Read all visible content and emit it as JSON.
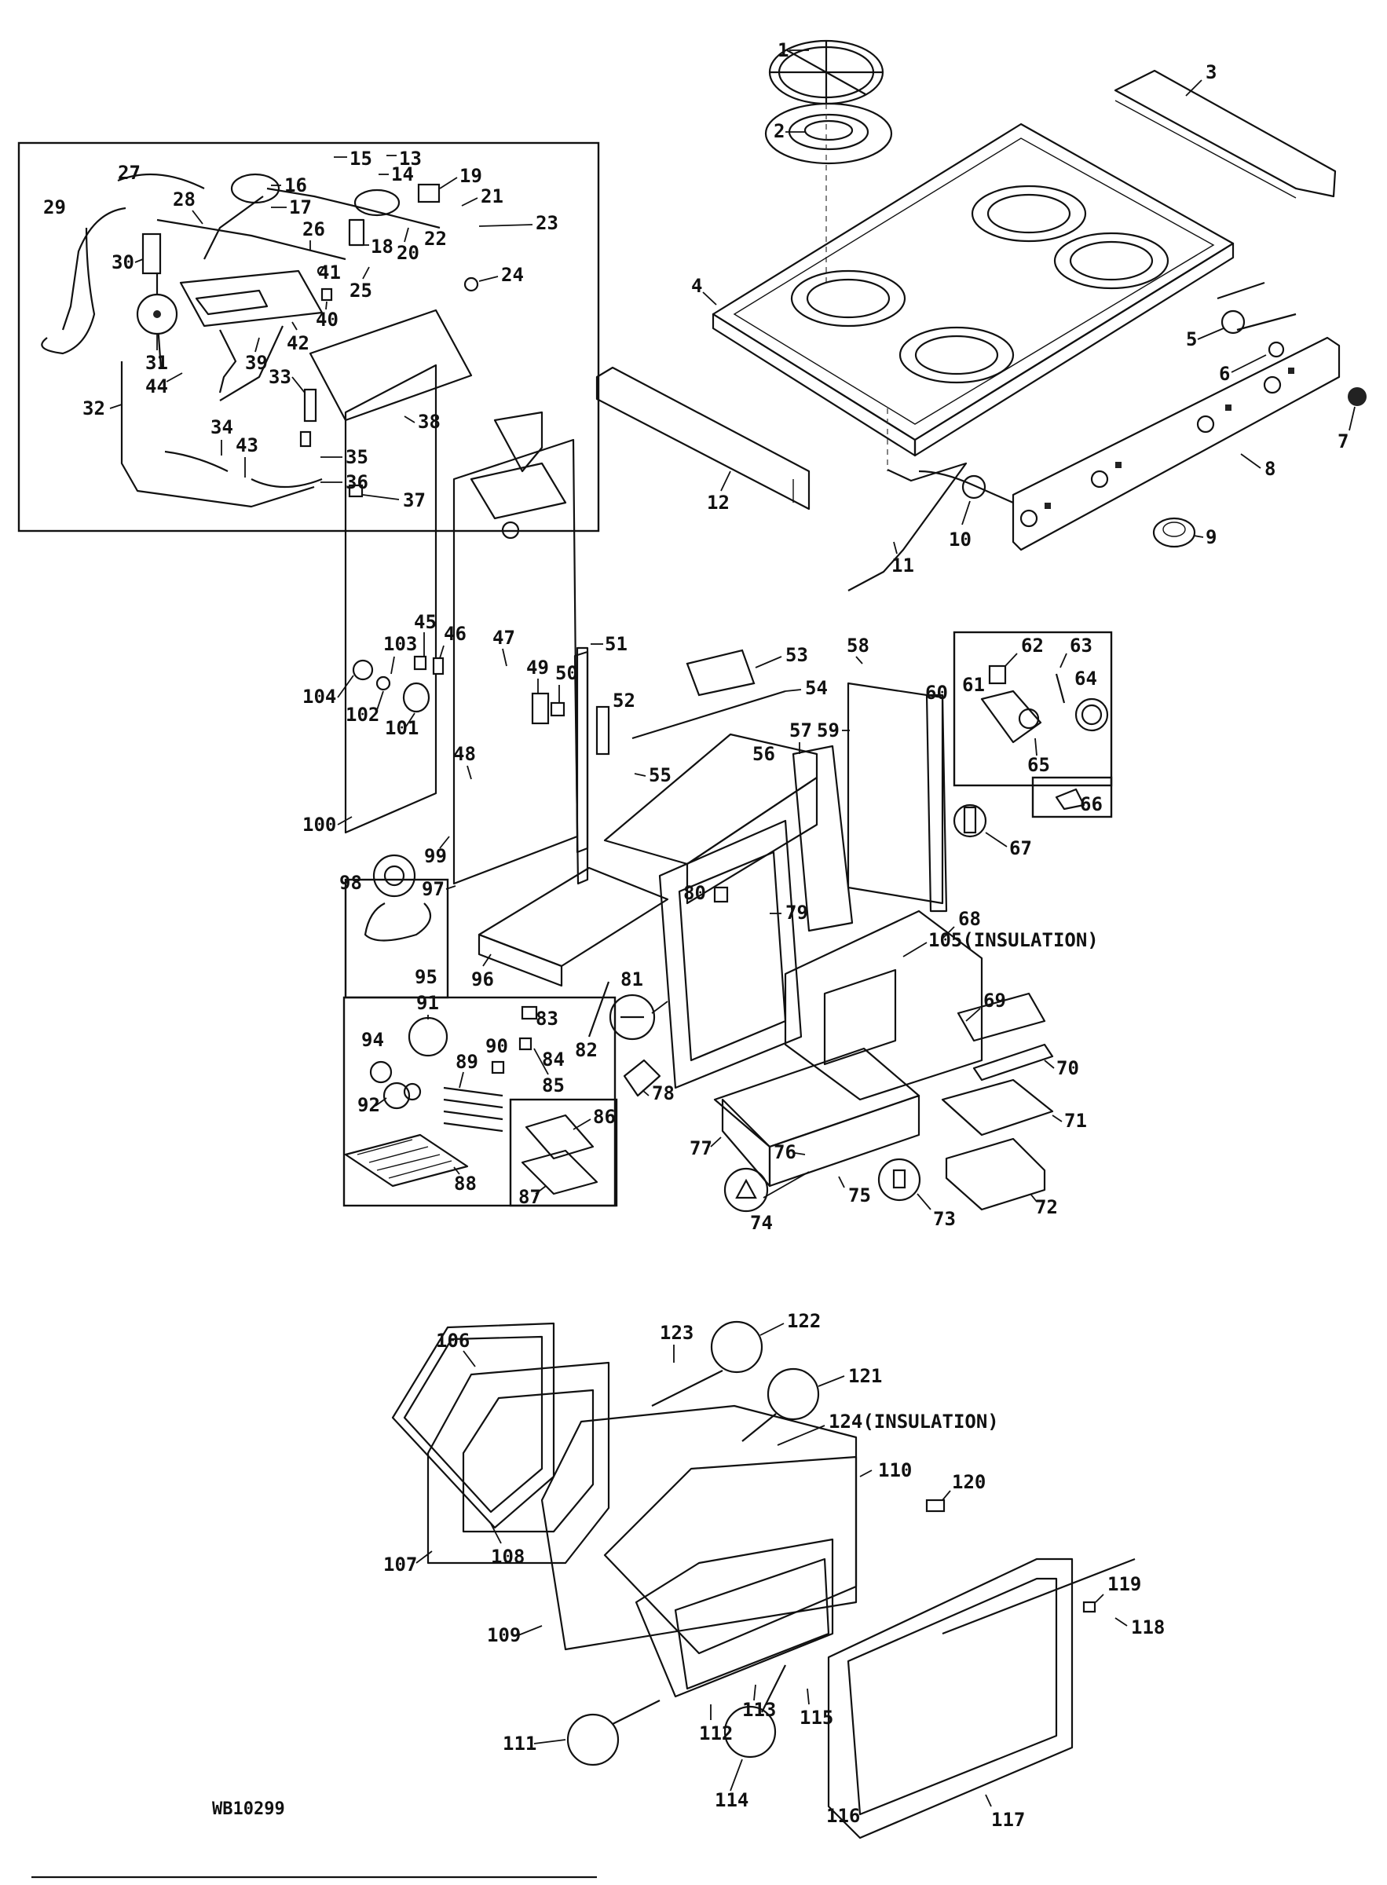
{
  "figure": {
    "code": "WB10299"
  },
  "callouts": {
    "c1": "1",
    "c2": "2",
    "c3": "3",
    "c4": "4",
    "c5": "5",
    "c6": "6",
    "c7": "7",
    "c8": "8",
    "c9": "9",
    "c10": "10",
    "c11": "11",
    "c12": "12",
    "c13": "13",
    "c14": "14",
    "c15": "15",
    "c16": "16",
    "c17": "17",
    "c18": "18",
    "c19": "19",
    "c20": "20",
    "c21": "21",
    "c22": "22",
    "c23": "23",
    "c24": "24",
    "c25": "25",
    "c26": "26",
    "c27": "27",
    "c28": "28",
    "c29": "29",
    "c30": "30",
    "c31": "31",
    "c32": "32",
    "c33": "33",
    "c34": "34",
    "c35": "35",
    "c36": "36",
    "c37": "37",
    "c38": "38",
    "c39": "39",
    "c40": "40",
    "c41": "41",
    "c42": "42",
    "c43": "43",
    "c44": "44",
    "c45": "45",
    "c46": "46",
    "c47": "47",
    "c48": "48",
    "c49": "49",
    "c50": "50",
    "c51": "51",
    "c52": "52",
    "c53": "53",
    "c54": "54",
    "c55": "55",
    "c56": "56",
    "c57": "57",
    "c58": "58",
    "c59": "59",
    "c60": "60",
    "c61": "61",
    "c62": "62",
    "c63": "63",
    "c64": "64",
    "c65": "65",
    "c66": "66",
    "c67": "67",
    "c68": "68",
    "c69": "69",
    "c70": "70",
    "c71": "71",
    "c72": "72",
    "c73": "73",
    "c74": "74",
    "c75": "75",
    "c76": "76",
    "c77": "77",
    "c78": "78",
    "c79": "79",
    "c80": "80",
    "c81": "81",
    "c82": "82",
    "c83": "83",
    "c84": "84",
    "c85": "85",
    "c86": "86",
    "c87": "87",
    "c88": "88",
    "c89": "89",
    "c90": "90",
    "c91": "91",
    "c92": "92",
    "c94": "94",
    "c95": "95",
    "c96": "96",
    "c97": "97",
    "c98": "98",
    "c99": "99",
    "c100": "100",
    "c101": "101",
    "c102": "102",
    "c103": "103",
    "c104": "104",
    "c105": "105(INSULATION)",
    "c106": "106",
    "c107": "107",
    "c108": "108",
    "c109": "109",
    "c110": "110",
    "c111": "111",
    "c112": "112",
    "c113": "113",
    "c114": "114",
    "c115": "115",
    "c116": "116",
    "c117": "117",
    "c118": "118",
    "c119": "119",
    "c120": "120",
    "c121": "121",
    "c122": "122",
    "c123": "123",
    "c124": "124(INSULATION)"
  }
}
